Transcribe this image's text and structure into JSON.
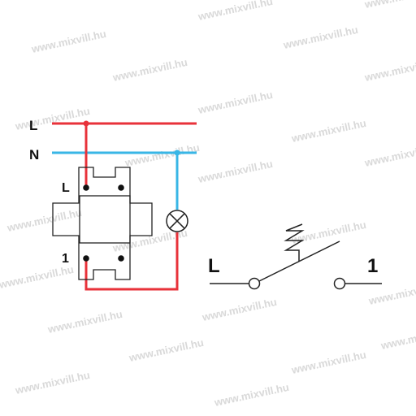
{
  "watermark": "www.mixvill.hu",
  "labels": {
    "line": "L",
    "neutral": "N",
    "terminal_l": "L",
    "terminal_1": "1",
    "symbol_l": "L",
    "symbol_1": "1"
  },
  "colors": {
    "line_wire": "#e8323a",
    "neutral_wire": "#38b6e6",
    "outline": "#222222",
    "text": "#111111"
  }
}
